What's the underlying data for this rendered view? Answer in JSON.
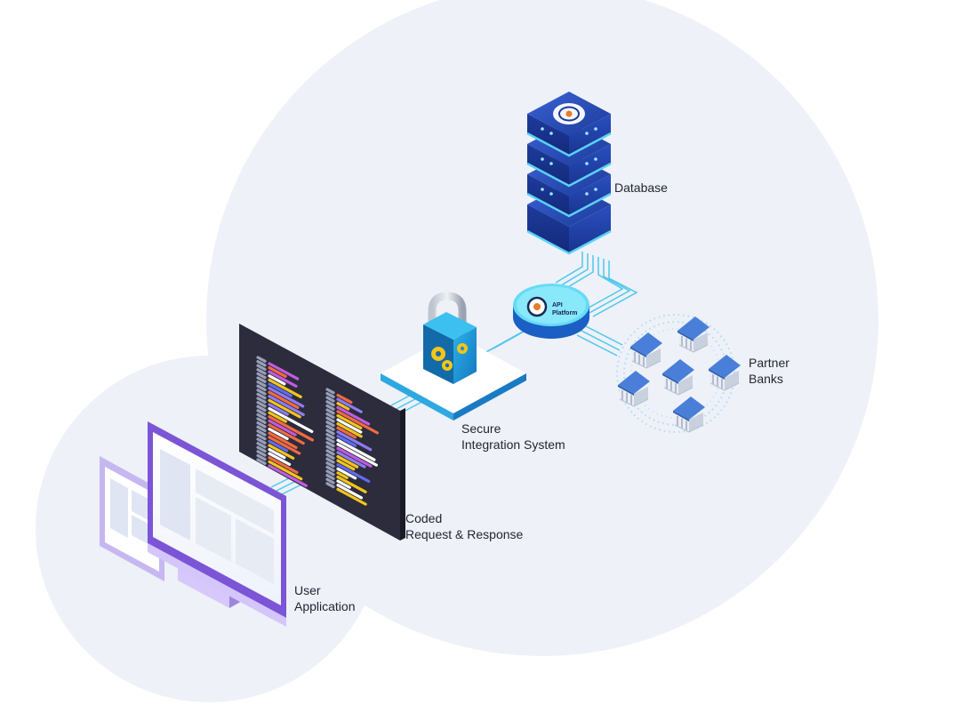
{
  "labels": {
    "database": "Database",
    "api_platform": [
      "API",
      "Platform"
    ],
    "partner_banks": [
      "Partner",
      "Banks"
    ],
    "secure_integration": [
      "Secure",
      "Integration System"
    ],
    "coded_request": [
      "Coded",
      "Request & Response"
    ],
    "user_application": [
      "User",
      "Application"
    ]
  },
  "colors": {
    "blob": "#eef1f8",
    "server_dark": "#1e3fa0",
    "server_glow": "#5ad1f5",
    "line_cyan": "#4fc7ec",
    "lock_blue": "#1f9bd8",
    "gear_yellow": "#f5c518",
    "code_panel": "#2b2b3c",
    "monitor_purple": "#8f6ae0",
    "bank_roof": "#4a7fd9"
  },
  "icons": [
    "database-icon",
    "api-platform-icon",
    "lock-icon",
    "gear-icon",
    "code-panel-icon",
    "monitor-icon",
    "tablet-icon",
    "bank-icon"
  ]
}
